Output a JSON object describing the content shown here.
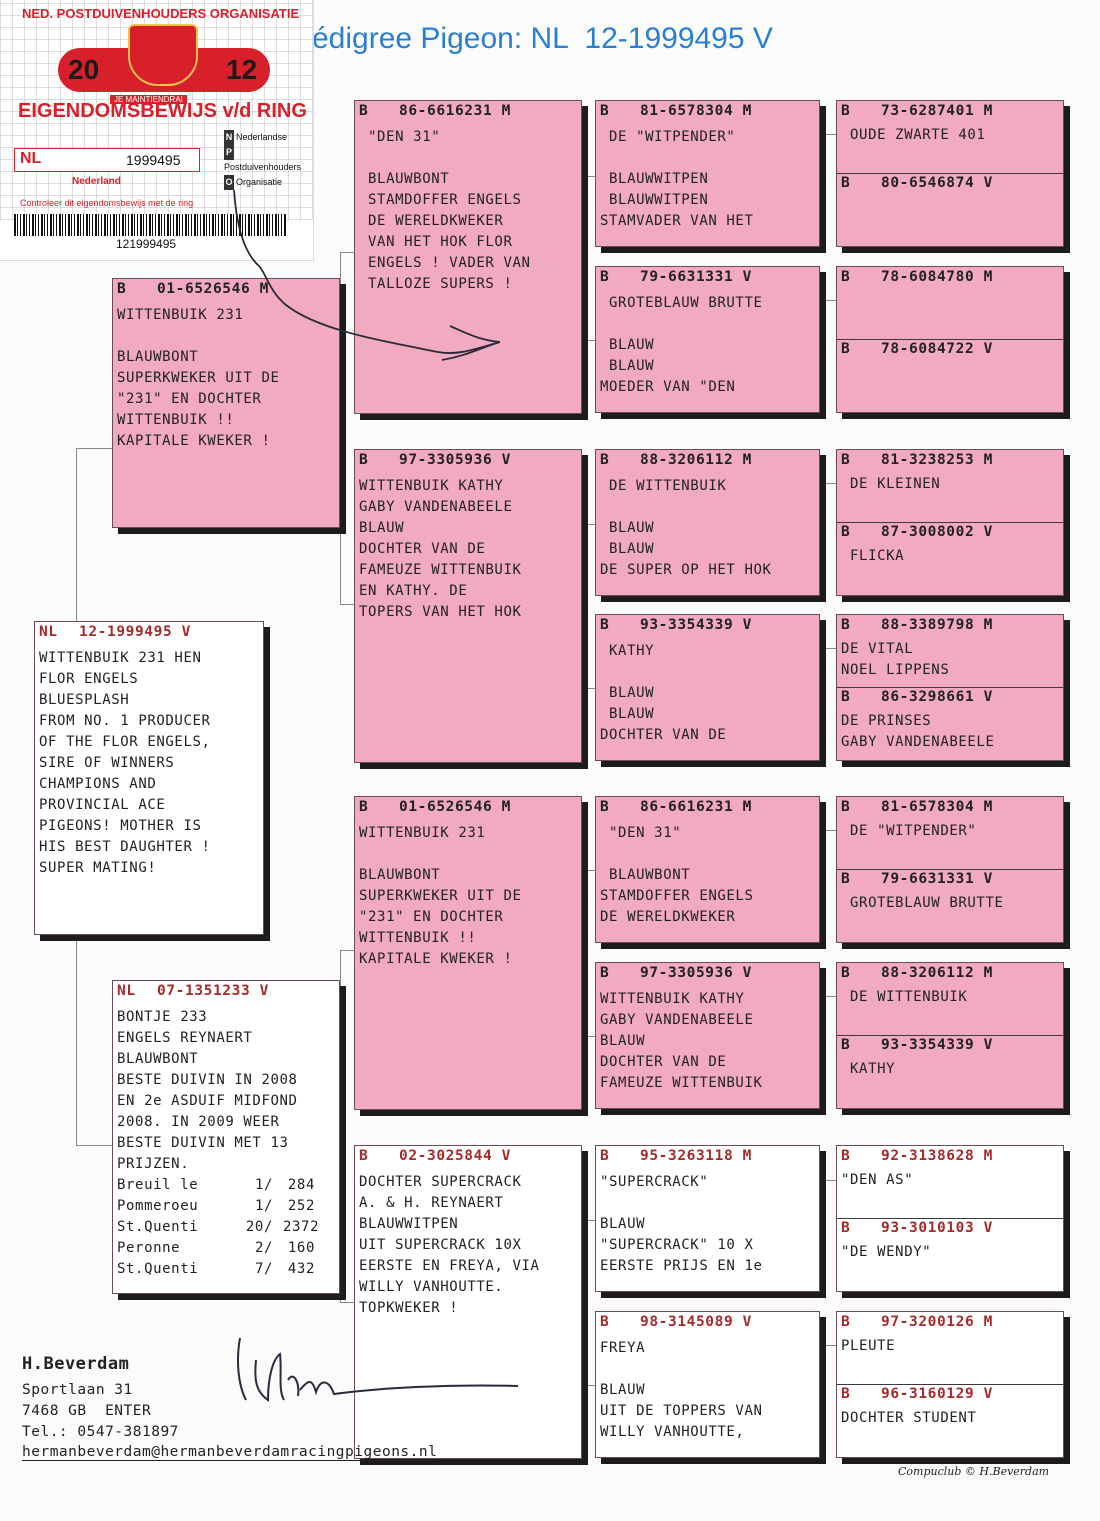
{
  "title": "édigree Pigeon: NL  12-1999495 V",
  "certificate": {
    "org": "NED. POSTDUIVENHOUDERS ORGANISATIE",
    "year_left": "20",
    "year_right": "12",
    "motto": "JE MAINTIENDRAI",
    "heading": "EIGENDOMSBEWIJS v/d RING",
    "country_code": "NL",
    "ring_number": "1999495",
    "country": "Nederland",
    "npo_lines": [
      "Nederlandse",
      "Postduivenhouders",
      "Organisatie"
    ],
    "npo_letters": [
      "N",
      "P",
      "O"
    ],
    "control_text": "Controleer dit eigendomsbewijs met de ring",
    "barcode_number": "121999495"
  },
  "subject": {
    "prefix": "NL",
    "ring": "12-1999495 V",
    "lines": [
      "WITTENBUIK 231 HEN",
      "FLOR ENGELS",
      "BLUESPLASH",
      "FROM NO. 1 PRODUCER",
      "OF THE FLOR ENGELS,",
      "SIRE OF WINNERS",
      "CHAMPIONS AND",
      "PROVINCIAL ACE",
      "PIGEONS! MOTHER IS",
      "HIS BEST DAUGHTER !",
      "SUPER MATING!"
    ]
  },
  "sire": {
    "prefix": "B",
    "ring": "01-6526546 M",
    "lines": [
      "WITTENBUIK 231",
      "",
      "BLAUWBONT",
      "SUPERKWEKER UIT DE",
      "\"231\" EN DOCHTER",
      "WITTENBUIK !!",
      "KAPITALE KWEKER !"
    ]
  },
  "dam": {
    "prefix": "NL",
    "ring": "07-1351233 V",
    "lines": [
      "BONTJE 233",
      "ENGELS REYNAERT",
      "BLAUWBONT",
      "BESTE DUIVIN IN 2008",
      "EN 2e ASDUIF MIDFOND",
      "2008. IN 2009 WEER",
      "BESTE DUIVIN MET 13",
      "PRIJZEN."
    ],
    "results": [
      {
        "place": "Breuil le",
        "rank": "1/",
        "birds": "284"
      },
      {
        "place": "Pommeroeu",
        "rank": "1/",
        "birds": "252"
      },
      {
        "place": "St.Quenti",
        "rank": "20/",
        "birds": "2372"
      },
      {
        "place": "Peronne",
        "rank": "2/",
        "birds": "160"
      },
      {
        "place": "St.Quenti",
        "rank": "7/",
        "birds": "432"
      }
    ]
  },
  "gen2": [
    {
      "prefix": "B",
      "ring": "86-6616231 M",
      "lines": [
        " \"DEN 31\"",
        "",
        " BLAUWBONT",
        " STAMDOFFER ENGELS",
        " DE WERELDKWEKER",
        " VAN HET HOK FLOR",
        " ENGELS ! VADER VAN",
        " TALLOZE SUPERS !"
      ]
    },
    {
      "prefix": "B",
      "ring": "97-3305936 V",
      "lines": [
        "WITTENBUIK KATHY",
        "GABY VANDENABEELE",
        "BLAUW",
        "DOCHTER VAN DE",
        "FAMEUZE WITTENBUIK",
        "EN KATHY. DE",
        "TOPERS VAN HET HOK"
      ]
    },
    {
      "prefix": "B",
      "ring": "01-6526546 M",
      "lines": [
        "WITTENBUIK 231",
        "",
        "BLAUWBONT",
        "SUPERKWEKER UIT DE",
        "\"231\" EN DOCHTER",
        "WITTENBUIK !!",
        "KAPITALE KWEKER !"
      ]
    },
    {
      "prefix": "B",
      "ring": "02-3025844 V",
      "lines": [
        "DOCHTER SUPERCRACK",
        "A. & H. REYNAERT",
        "BLAUWWITPEN",
        "UIT SUPERCRACK 10X",
        "EERSTE EN FREYA, VIA",
        "WILLY VANHOUTTE.",
        "TOPKWEKER !"
      ]
    }
  ],
  "gen3": [
    {
      "prefix": "B",
      "ring": "81-6578304 M",
      "lines": [
        " DE \"WITPENDER\"",
        "",
        " BLAUWWITPEN",
        " BLAUWWITPEN",
        "STAMVADER VAN HET"
      ]
    },
    {
      "prefix": "B",
      "ring": "79-6631331 V",
      "lines": [
        " GROTEBLAUW BRUTTE",
        "",
        " BLAUW",
        " BLAUW",
        "MOEDER VAN \"DEN"
      ]
    },
    {
      "prefix": "B",
      "ring": "88-3206112 M",
      "lines": [
        " DE WITTENBUIK",
        "",
        " BLAUW",
        " BLAUW",
        "DE SUPER OP HET HOK"
      ]
    },
    {
      "prefix": "B",
      "ring": "93-3354339 V",
      "lines": [
        " KATHY",
        "",
        " BLAUW",
        " BLAUW",
        "DOCHTER VAN DE"
      ]
    },
    {
      "prefix": "B",
      "ring": "86-6616231 M",
      "lines": [
        " \"DEN 31\"",
        "",
        " BLAUWBONT",
        "STAMDOFFER ENGELS",
        "DE WERELDKWEKER"
      ]
    },
    {
      "prefix": "B",
      "ring": "97-3305936 V",
      "lines": [
        "WITTENBUIK KATHY",
        "GABY VANDENABEELE",
        "BLAUW",
        "DOCHTER VAN DE",
        "FAMEUZE WITTENBUIK"
      ]
    },
    {
      "prefix": "B",
      "ring": "95-3263118 M",
      "lines": [
        "\"SUPERCRACK\"",
        "",
        "BLAUW",
        "\"SUPERCRACK\" 10 X",
        "EERSTE PRIJS EN 1e"
      ]
    },
    {
      "prefix": "B",
      "ring": "98-3145089 V",
      "lines": [
        "FREYA",
        "",
        "BLAUW",
        "UIT DE TOPPERS VAN",
        "WILLY VANHOUTTE,"
      ]
    }
  ],
  "gen4": [
    {
      "prefix": "B",
      "ring": "73-6287401 M",
      "lines": [
        " OUDE ZWARTE 401"
      ]
    },
    {
      "prefix": "B",
      "ring": "80-6546874 V",
      "lines": []
    },
    {
      "prefix": "B",
      "ring": "78-6084780 M",
      "lines": []
    },
    {
      "prefix": "B",
      "ring": "78-6084722 V",
      "lines": []
    },
    {
      "prefix": "B",
      "ring": "81-3238253 M",
      "lines": [
        " DE KLEINEN"
      ]
    },
    {
      "prefix": "B",
      "ring": "87-3008002 V",
      "lines": [
        " FLICKA"
      ]
    },
    {
      "prefix": "B",
      "ring": "88-3389798 M",
      "lines": [
        "DE VITAL",
        "NOEL LIPPENS"
      ]
    },
    {
      "prefix": "B",
      "ring": "86-3298661 V",
      "lines": [
        "DE PRINSES",
        "GABY VANDENABEELE"
      ]
    },
    {
      "prefix": "B",
      "ring": "81-6578304 M",
      "lines": [
        " DE \"WITPENDER\""
      ]
    },
    {
      "prefix": "B",
      "ring": "79-6631331 V",
      "lines": [
        " GROTEBLAUW BRUTTE"
      ]
    },
    {
      "prefix": "B",
      "ring": "88-3206112 M",
      "lines": [
        " DE WITTENBUIK"
      ]
    },
    {
      "prefix": "B",
      "ring": "93-3354339 V",
      "lines": [
        " KATHY"
      ]
    },
    {
      "prefix": "B",
      "ring": "92-3138628 M",
      "lines": [
        "\"DEN AS\""
      ]
    },
    {
      "prefix": "B",
      "ring": "93-3010103 V",
      "lines": [
        "\"DE WENDY\""
      ]
    },
    {
      "prefix": "B",
      "ring": "97-3200126 M",
      "lines": [
        "PLEUTE"
      ]
    },
    {
      "prefix": "B",
      "ring": "96-3160129 V",
      "lines": [
        "DOCHTER STUDENT"
      ]
    }
  ],
  "owner": {
    "name": "H.Beverdam",
    "address1": "Sportlaan 31",
    "address2": "7468 GB  ENTER",
    "phone": "Tel.: 0547-381897",
    "email": "hermanbeverdam@hermanbeverdamracingpigeons.nl"
  },
  "credit": "Compuclub © H.Beverdam",
  "colors": {
    "pink": "#f1aac0",
    "red_text": "#a52a2a",
    "title_blue": "#2a7fd0",
    "cert_red": "#d8202a"
  }
}
